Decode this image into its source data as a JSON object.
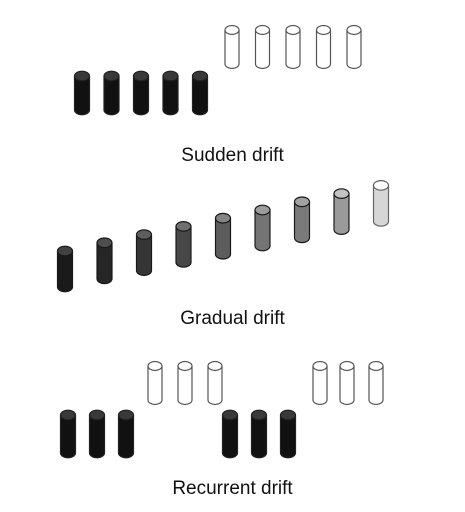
{
  "panels": {
    "sudden": {
      "caption": "Sudden drift",
      "cylinders": [
        {
          "state": "old"
        },
        {
          "state": "old"
        },
        {
          "state": "old"
        },
        {
          "state": "old"
        },
        {
          "state": "old"
        },
        {
          "state": "new"
        },
        {
          "state": "new"
        },
        {
          "state": "new"
        },
        {
          "state": "new"
        },
        {
          "state": "new"
        }
      ]
    },
    "gradual": {
      "caption": "Gradual drift",
      "cylinders": [
        {
          "shade": "#1a1a1a"
        },
        {
          "shade": "#262626"
        },
        {
          "shade": "#353535"
        },
        {
          "shade": "#474747"
        },
        {
          "shade": "#5c5c5c"
        },
        {
          "shade": "#747474"
        },
        {
          "shade": "#7a7a7a"
        },
        {
          "shade": "#9a9a9a"
        },
        {
          "shade": "#d6d6d6"
        }
      ]
    },
    "recurrent": {
      "caption": "Recurrent drift",
      "cylinders": [
        {
          "state": "old"
        },
        {
          "state": "old"
        },
        {
          "state": "old"
        },
        {
          "state": "new"
        },
        {
          "state": "new"
        },
        {
          "state": "new"
        },
        {
          "state": "old"
        },
        {
          "state": "old"
        },
        {
          "state": "old"
        },
        {
          "state": "new"
        },
        {
          "state": "new"
        },
        {
          "state": "new"
        }
      ]
    }
  },
  "colors": {
    "old_fill": "#111111",
    "new_fill": "#ffffff",
    "outline": "#222222",
    "new_outline": "#555555"
  }
}
